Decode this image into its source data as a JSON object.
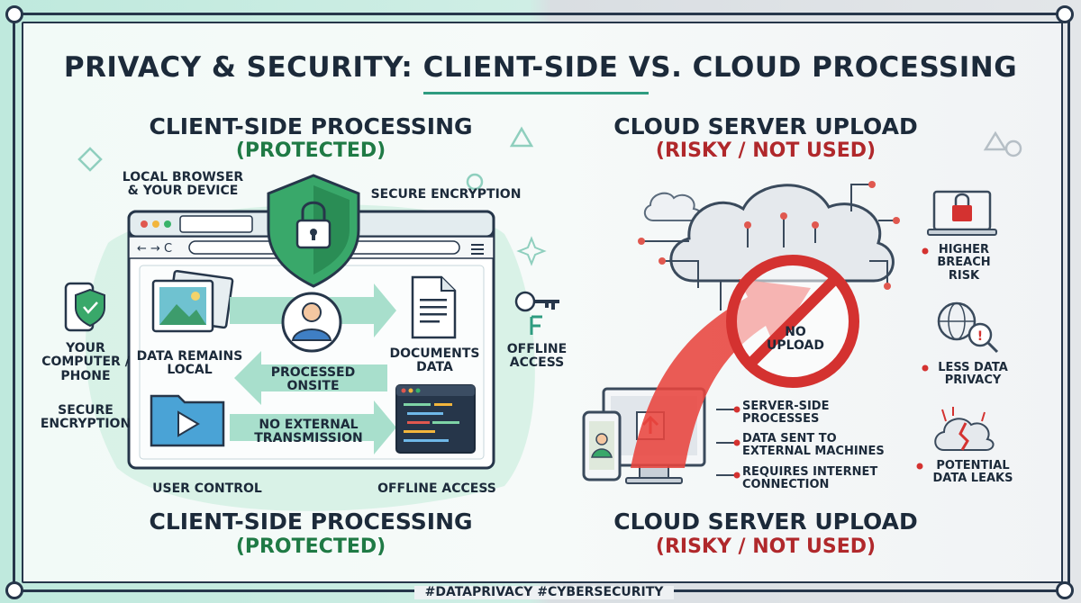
{
  "title": "PRIVACY & SECURITY: CLIENT-SIDE VS. CLOUD PROCESSING",
  "left": {
    "heading": "CLIENT-SIDE PROCESSING",
    "status": "(PROTECTED)",
    "local_browser_line1": "LOCAL BROWSER",
    "local_browser_line2": "& YOUR DEVICE",
    "secure_encryption_top": "SECURE ENCRYPTION",
    "device_label_line1": "YOUR",
    "device_label_line2": "COMPUTER /",
    "device_label_line3": "PHONE",
    "secure_encryption_side_line1": "SECURE",
    "secure_encryption_side_line2": "ENCRYPTION",
    "offline_side_line1": "OFFLINE",
    "offline_side_line2": "ACCESS",
    "data_remains_line1": "DATA REMAINS",
    "data_remains_line2": "LOCAL",
    "processed_line1": "PROCESSED",
    "processed_line2": "ONSITE",
    "documents_line1": "DOCUMENTS",
    "documents_line2": "DATA",
    "no_external_line1": "NO EXTERNAL",
    "no_external_line2": "TRANSMISSION",
    "user_control": "USER CONTROL",
    "offline_bottom": "OFFLINE ACCESS",
    "bottom_heading": "CLIENT-SIDE PROCESSING",
    "bottom_status": "(PROTECTED)"
  },
  "right": {
    "heading": "CLOUD SERVER UPLOAD",
    "status": "(RISKY / NOT USED)",
    "no_upload_line1": "NO",
    "no_upload_line2": "UPLOAD",
    "server_side_line1": "SERVER-SIDE",
    "server_side_line2": "PROCESSES",
    "data_sent_line1": "DATA SENT TO",
    "data_sent_line2": "EXTERNAL MACHINES",
    "requires_line1": "REQUIRES INTERNET",
    "requires_line2": "CONNECTION",
    "breach_line1": "HIGHER",
    "breach_line2": "BREACH",
    "breach_line3": "RISK",
    "privacy_line1": "LESS DATA",
    "privacy_line2": "PRIVACY",
    "leaks_line1": "POTENTIAL",
    "leaks_line2": "DATA LEAKS",
    "bottom_heading": "CLOUD SERVER UPLOAD",
    "bottom_status": "(RISKY / NOT USED)"
  },
  "footer": "#DATAPRIVACY #CYBERSECURITY",
  "colors": {
    "protected": "#1f7a45",
    "risky": "#b0282b",
    "accent": "#2e9c80",
    "ink": "#1c2a3a"
  }
}
